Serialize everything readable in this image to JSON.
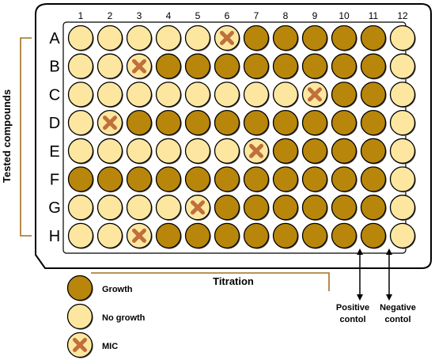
{
  "plate": {
    "column_labels": [
      "1",
      "2",
      "3",
      "4",
      "5",
      "6",
      "7",
      "8",
      "9",
      "10",
      "11",
      "12"
    ],
    "row_labels": [
      "A",
      "B",
      "C",
      "D",
      "E",
      "F",
      "G",
      "H"
    ],
    "rows": [
      {
        "row": "A",
        "wells": [
          "N",
          "N",
          "N",
          "N",
          "N",
          "M",
          "G",
          "G",
          "G",
          "G",
          "G",
          "N"
        ]
      },
      {
        "row": "B",
        "wells": [
          "N",
          "N",
          "M",
          "G",
          "G",
          "G",
          "G",
          "G",
          "G",
          "G",
          "G",
          "N"
        ]
      },
      {
        "row": "C",
        "wells": [
          "N",
          "N",
          "N",
          "N",
          "N",
          "N",
          "N",
          "N",
          "M",
          "G",
          "G",
          "N"
        ]
      },
      {
        "row": "D",
        "wells": [
          "N",
          "M",
          "G",
          "G",
          "G",
          "G",
          "G",
          "G",
          "G",
          "G",
          "G",
          "N"
        ]
      },
      {
        "row": "E",
        "wells": [
          "N",
          "N",
          "N",
          "N",
          "N",
          "N",
          "M",
          "G",
          "G",
          "G",
          "G",
          "N"
        ]
      },
      {
        "row": "F",
        "wells": [
          "G",
          "G",
          "G",
          "G",
          "G",
          "G",
          "G",
          "G",
          "G",
          "G",
          "G",
          "N"
        ]
      },
      {
        "row": "G",
        "wells": [
          "N",
          "N",
          "N",
          "N",
          "M",
          "G",
          "G",
          "G",
          "G",
          "G",
          "G",
          "N"
        ]
      },
      {
        "row": "H",
        "wells": [
          "N",
          "N",
          "M",
          "G",
          "G",
          "G",
          "G",
          "G",
          "G",
          "G",
          "G",
          "N"
        ]
      }
    ]
  },
  "labels": {
    "tested_compounds": "Tested compounds",
    "titration": "Titration",
    "positive_line1": "Positive",
    "positive_line2": "contol",
    "negative_line1": "Negative",
    "negative_line2": "contol"
  },
  "legend": [
    {
      "key": "G",
      "label": "Growth"
    },
    {
      "key": "N",
      "label": "No growth"
    },
    {
      "key": "M",
      "label": "MIC"
    }
  ],
  "colors": {
    "growth": "#b8860b",
    "no_growth": "#fde7a0",
    "mic_cross": "#c0703a",
    "outline": "#000000"
  }
}
